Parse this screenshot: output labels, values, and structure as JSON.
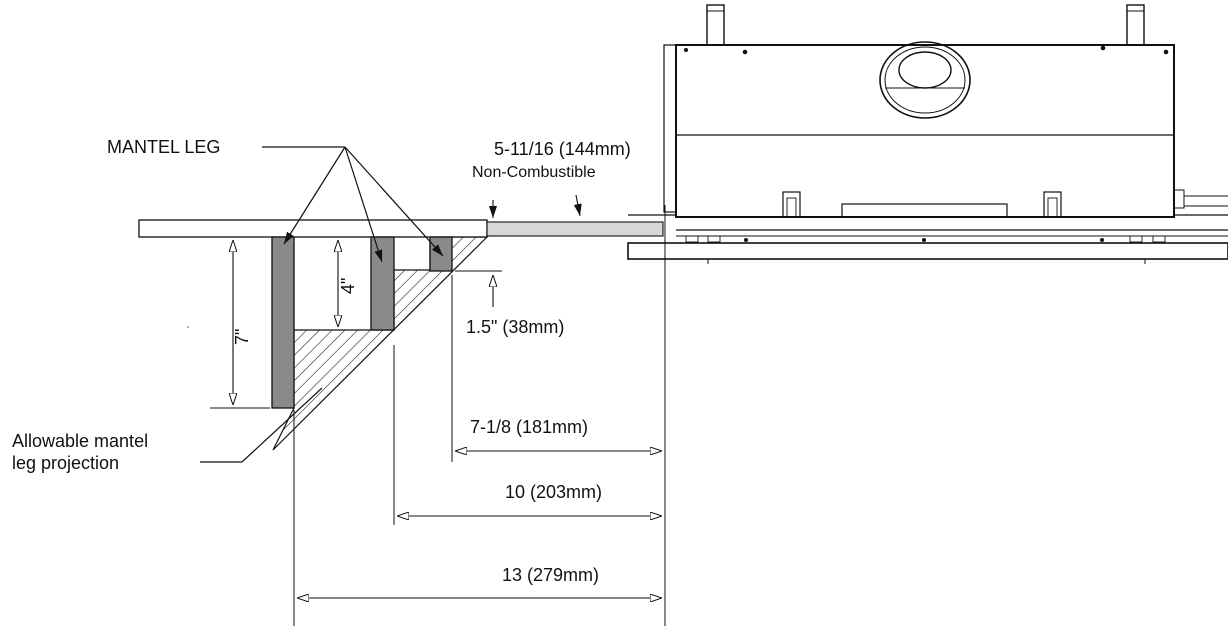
{
  "labels": {
    "mantel_leg": "MANTEL LEG",
    "top_dim": "5-11/16 (144mm)",
    "top_note": "Non-Combustible",
    "dim_7": "7\"",
    "dim_4": "4\"",
    "dim_1_5": "1.5\" (38mm)",
    "projection_line1": "Allowable mantel",
    "projection_line2": "leg projection",
    "dim_7_1_8": "7-1/8  (181mm)",
    "dim_10": "10  (203mm)",
    "dim_13": "13   (279mm)"
  },
  "colors": {
    "line": "#111111",
    "leg_fill": "#8a8a8a",
    "noncombustible_fill": "#d7d7d7",
    "hatch": "#111111"
  }
}
